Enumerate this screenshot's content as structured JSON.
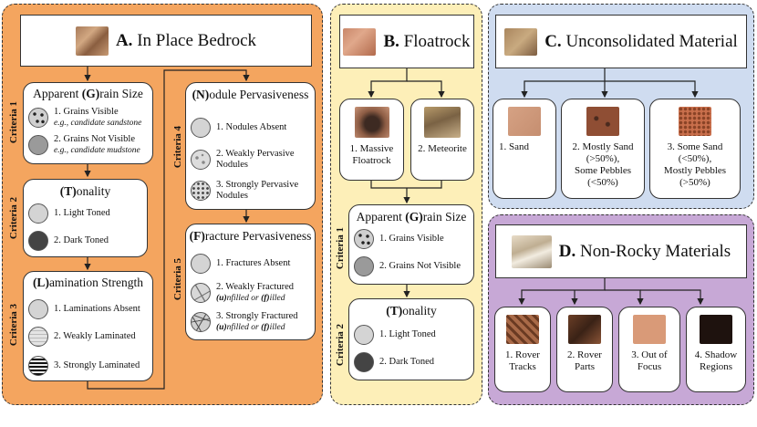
{
  "panelA": {
    "letter": "A.",
    "title": "In Place Bedrock",
    "grain": {
      "criteria": "Criteria 1",
      "title_pre": "Apparent ",
      "title_key": "(G)",
      "title_post": "rain Size",
      "items": [
        {
          "label": "1. Grains Visible",
          "sub": "e.g., candidate sandstone"
        },
        {
          "label": "2. Grains Not Visible",
          "sub": "e.g., candidate mudstone"
        }
      ]
    },
    "tonality": {
      "criteria": "Criteria 2",
      "title_key": "(T)",
      "title_post": "onality",
      "items": [
        {
          "label": "1. Light Toned"
        },
        {
          "label": "2. Dark Toned"
        }
      ]
    },
    "lamination": {
      "criteria": "Criteria 3",
      "title_key": "(L)",
      "title_post": "amination Strength",
      "items": [
        {
          "label": "1. Laminations Absent"
        },
        {
          "label": "2. Weakly Laminated"
        },
        {
          "label": "3. Strongly Laminated"
        }
      ]
    },
    "nodule": {
      "criteria": "Criteria 4",
      "title_key": "(N)",
      "title_post": "odule Pervasiveness",
      "items": [
        {
          "label": "1.  Nodules Absent"
        },
        {
          "label": "2. Weakly Pervasive",
          "label2": "Nodules"
        },
        {
          "label": "3. Strongly Pervasive",
          "label2": "Nodules"
        }
      ]
    },
    "fracture": {
      "criteria": "Criteria 5",
      "title_key": "(F)",
      "title_post": "racture Pervasiveness",
      "items": [
        {
          "label": "1. Fractures Absent"
        },
        {
          "label": "2. Weakly Fractured",
          "sub_u": "(u)",
          "sub_mid": "nfilled or ",
          "sub_f": "(f)",
          "sub_end": "illed"
        },
        {
          "label": "3. Strongly Fractured",
          "sub_u": "(u)",
          "sub_mid": "nfilled or ",
          "sub_f": "(f)",
          "sub_end": "illed"
        }
      ]
    }
  },
  "panelB": {
    "letter": "B.",
    "title": "Floatrock",
    "items": [
      {
        "label": "1. Massive",
        "label2": "Floatrock"
      },
      {
        "label": "2. Meteorite"
      }
    ],
    "grain": {
      "criteria": "Criteria 1",
      "title_pre": "Apparent ",
      "title_key": "(G)",
      "title_post": "rain Size",
      "items": [
        {
          "label": "1. Grains Visible"
        },
        {
          "label": "2. Grains Not Visible"
        }
      ]
    },
    "tonality": {
      "criteria": "Criteria 2",
      "title_key": "(T)",
      "title_post": "onality",
      "items": [
        {
          "label": "1. Light Toned"
        },
        {
          "label": "2. Dark Toned"
        }
      ]
    }
  },
  "panelC": {
    "letter": "C.",
    "title": "Unconsolidated Material",
    "items": [
      {
        "lines": [
          "1. Sand"
        ]
      },
      {
        "lines": [
          "2. Mostly Sand",
          "(>50%),",
          "Some Pebbles",
          "(<50%)"
        ]
      },
      {
        "lines": [
          "3. Some Sand",
          "(<50%),",
          "Mostly Pebbles",
          "(>50%)"
        ]
      }
    ]
  },
  "panelD": {
    "letter": "D.",
    "title": "Non-Rocky Materials",
    "items": [
      {
        "lines": [
          "1. Rover",
          "Tracks"
        ]
      },
      {
        "lines": [
          "2. Rover",
          "Parts"
        ]
      },
      {
        "lines": [
          "3. Out of",
          "Focus"
        ]
      },
      {
        "lines": [
          "4. Shadow",
          "Regions"
        ]
      }
    ]
  },
  "colors": {
    "panelA": "#f4a55f",
    "panelB": "#fdefb8",
    "panelC": "#cfdcf0",
    "panelD": "#c7a8d6"
  }
}
